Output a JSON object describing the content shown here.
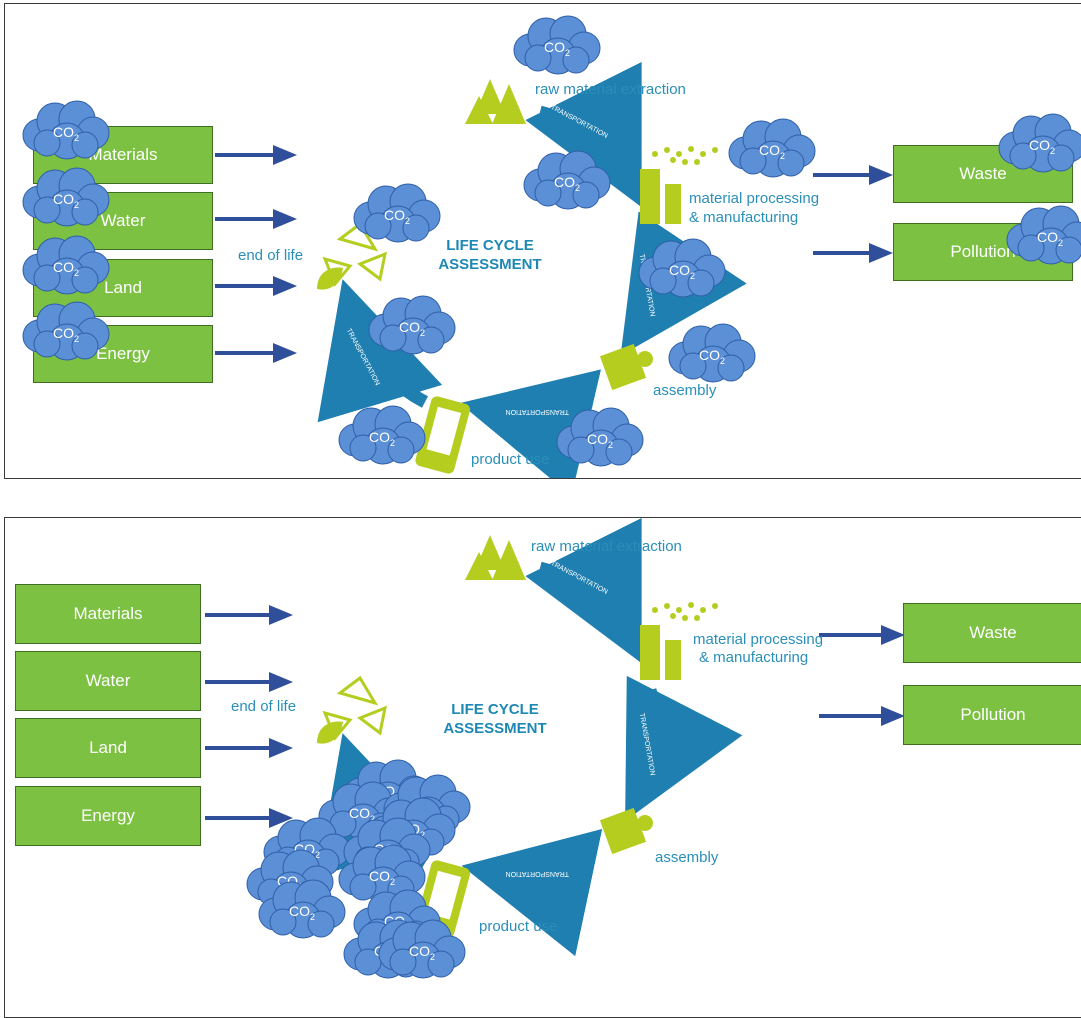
{
  "panels": [
    {
      "inputs": [
        "Materials",
        "Water",
        "Land",
        "Energy"
      ],
      "outputs": [
        "Waste",
        "Pollution"
      ],
      "title": "LIFE CYCLE\nASSESSMENT",
      "stages": {
        "raw": "raw material extraction",
        "processing_1": "material processing",
        "processing_2": "& manufacturing",
        "assembly": "assembly",
        "use": "product use",
        "eol": "end of life"
      },
      "transport_label": "TRANSPORTATION"
    },
    {
      "inputs": [
        "Materials",
        "Water",
        "Land",
        "Energy"
      ],
      "outputs": [
        "Waste",
        "Pollution"
      ],
      "title": "LIFE CYCLE\nASSESSMENT",
      "stages": {
        "raw": "raw material extraction",
        "processing_1": "material processing",
        "processing_2": "& manufacturing",
        "assembly": "assembly",
        "use": "product use",
        "eol": "end of life"
      },
      "transport_label": "TRANSPORTATION"
    }
  ],
  "co2_label": "CO",
  "co2_sub": "2",
  "colors": {
    "box_green": "#7cc142",
    "arrow_blue": "#2f4f9a",
    "cloud_blue": "#5b8fd6",
    "stage_text": "#2a8fb8",
    "icon_green": "#b5cd1f"
  }
}
